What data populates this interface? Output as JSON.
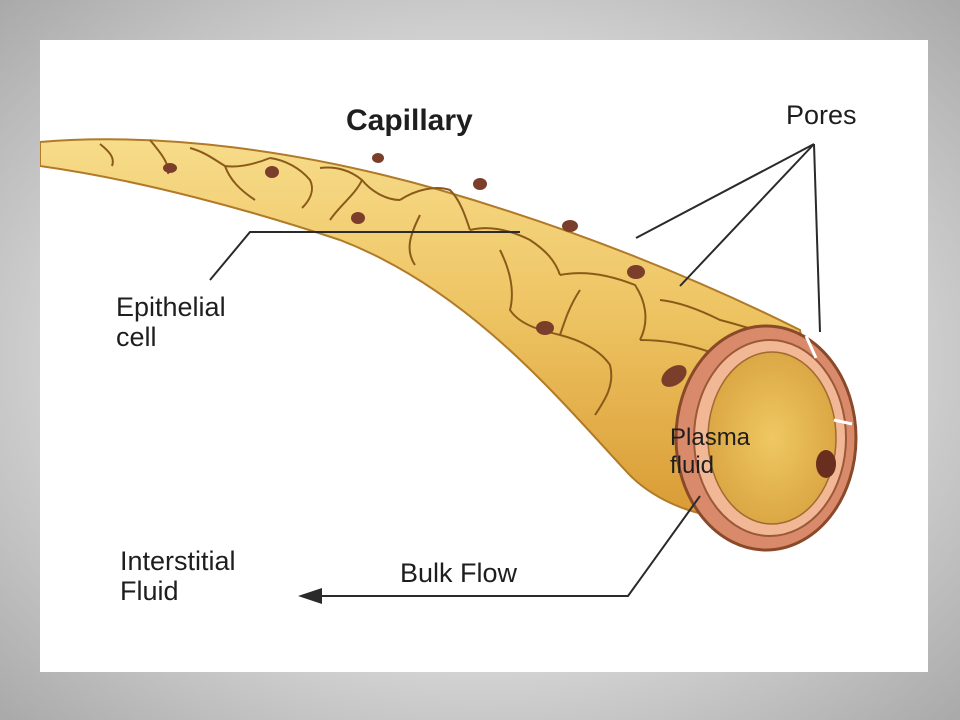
{
  "diagram": {
    "title": "Capillary",
    "labels": {
      "pores": "Pores",
      "epithelial_cell": [
        "Epithelial",
        "cell"
      ],
      "plasma_fluid": [
        "Plasma",
        "fluid"
      ],
      "interstitial_fluid": [
        "Interstitial",
        "Fluid"
      ],
      "bulk_flow": "Bulk Flow"
    },
    "colors": {
      "vessel_fill": "#e8b84a",
      "vessel_highlight": "#f7dc8a",
      "cell_border": "#8a5a1a",
      "nucleus": "#7a3e2a",
      "wall_outer": "#d98a6a",
      "wall_inner": "#f2b896",
      "lumen": "#e4b54c",
      "leader_line": "#2a2a2a"
    }
  }
}
